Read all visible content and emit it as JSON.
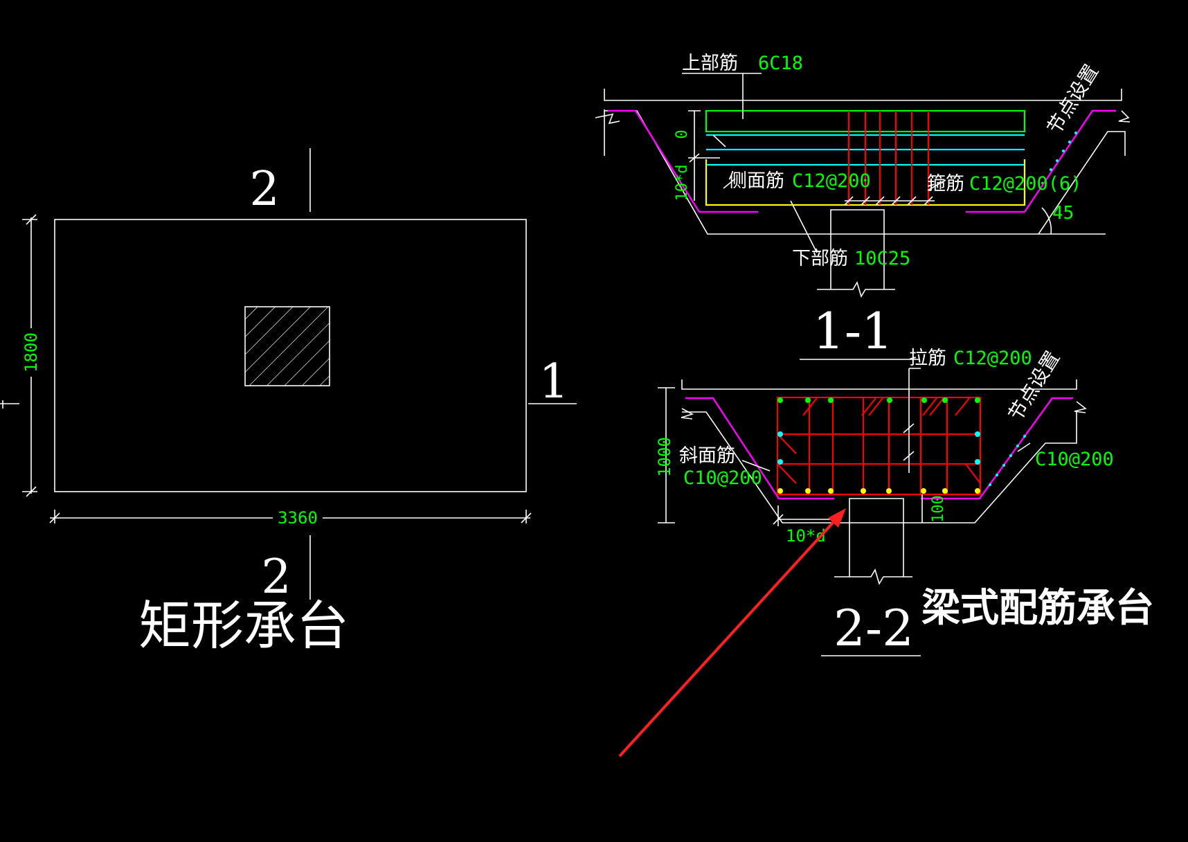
{
  "plan": {
    "title": "矩形承台",
    "dim_width": "3360",
    "dim_height": "1800",
    "section_top_mark": "2",
    "section_bottom_mark": "2",
    "section_right_mark": "1"
  },
  "section_1_1": {
    "title": "1-1",
    "top_rebar_label": "上部筋",
    "top_rebar_value": "6C18",
    "side_rebar_label": "侧面筋",
    "side_rebar_value": "C12@200",
    "stirrup_label": "箍筋",
    "stirrup_value": "C12@200(6)",
    "bottom_rebar_label": "下部筋",
    "bottom_rebar_value": "10C25",
    "node_setting_label": "节点设置",
    "dim_zero": "0",
    "dim_anchor": "10*d",
    "angle": "45"
  },
  "section_2_2": {
    "title": "2-2",
    "tie_rebar_label": "拉筋",
    "tie_rebar_value": "C12@200",
    "node_setting_label": "节点设置",
    "slope_rebar_label": "斜面筋",
    "slope_rebar_value": "C10@200",
    "right_value": "C10@200",
    "dim_height": "1000",
    "dim_cover": "100",
    "dim_anchor": "10*d"
  },
  "caption": "梁式配筋承台",
  "colors": {
    "background": "#000000",
    "line": "#ffffff",
    "dimension_text": "#00ff00",
    "top_bar": "#00ff00",
    "bottom_bar": "#ffff00",
    "side_bar": "#00ffff",
    "stirrup": "#ff0000",
    "slope_bar": "#ff00ff",
    "arrow": "#ff2020"
  }
}
